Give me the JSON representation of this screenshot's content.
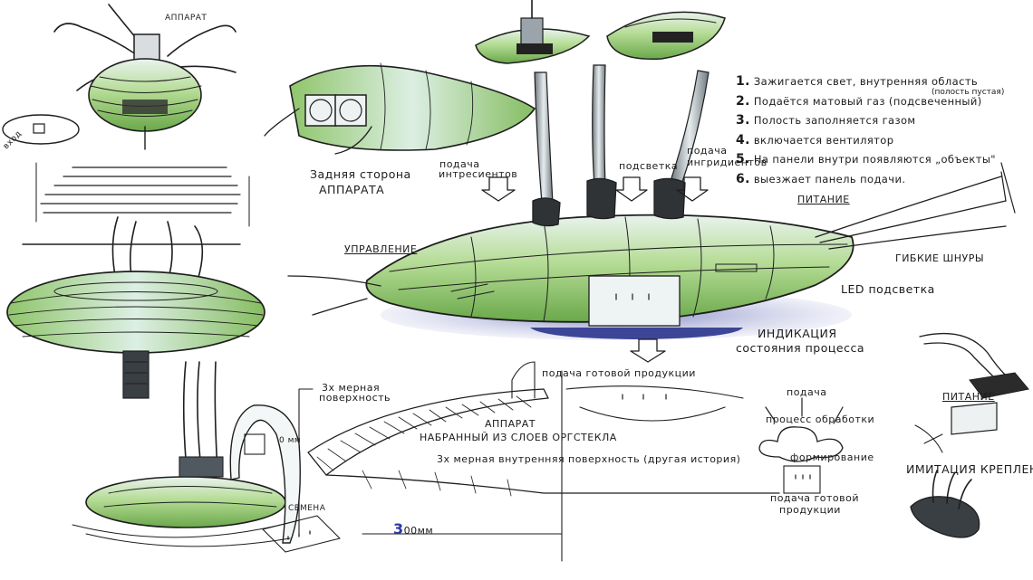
{
  "labels": {
    "apparat_top": "АППАРАТ",
    "rear_side_1": "Задняя сторона",
    "rear_side_2": "АППАРАТА",
    "feed_ingredients_1": "подача",
    "feed_ingredients_2": "интресиентов",
    "backlight": "подсветка",
    "feed_ingr2_1": "подача",
    "feed_ingr2_2": "ингридиентов",
    "control": "УПРАВЛЕНИЕ",
    "power_top": "ПИТАНИЕ",
    "flex_cords": "ГИБКИЕ ШНУРЫ",
    "led": "LED подсветка",
    "indication_1": "ИНДИКАЦИЯ",
    "indication_2": "состояния процесса",
    "ready_output": "подача готовой продукции",
    "surface3d_1": "3х мерная",
    "surface3d_2": "поверхность",
    "layers_1": "АППАРАТ",
    "layers_2": "НАБРАННЫЙ ИЗ СЛОЕВ ОРГСТЕКЛА",
    "inner3d": "3х мерная внутренняя поверхность (другая история)",
    "scale_num": "3",
    "scale_unit": "00мм",
    "seeds": "СЕМЕНА",
    "feed_small": "подача",
    "process": "процесс обработки",
    "forming": "формирование",
    "ready_small_1": "подача готовой",
    "ready_small_2": "продукции",
    "power_right": "ПИТАНИЕ",
    "mount": "ИМИТАЦИЯ КРЕПЛЕНИЯ",
    "tiny_left": "вход",
    "dim_mark": "0 мм"
  },
  "steps": [
    {
      "num": "1.",
      "text": "Зажигается свет, внутренняя область"
    },
    {
      "num": "2.",
      "text": "Подаётся матовый газ (подсвеченный)"
    },
    {
      "num": "3.",
      "text": "Полость заполняется газом"
    },
    {
      "num": "4.",
      "text": "включается вентилятор"
    },
    {
      "num": "5.",
      "text": "На панели внутри появляются „объекты\""
    },
    {
      "num": "6.",
      "text": "выезжает панель подачи."
    }
  ],
  "step1_note": "(полость пустая)",
  "colors": {
    "ink": "#1e1e1e",
    "green_body": "#9fcf7a",
    "green_dark": "#5f9e3f",
    "shadow_blue": "#8a8fc6",
    "highlight": "#eef6f5"
  }
}
